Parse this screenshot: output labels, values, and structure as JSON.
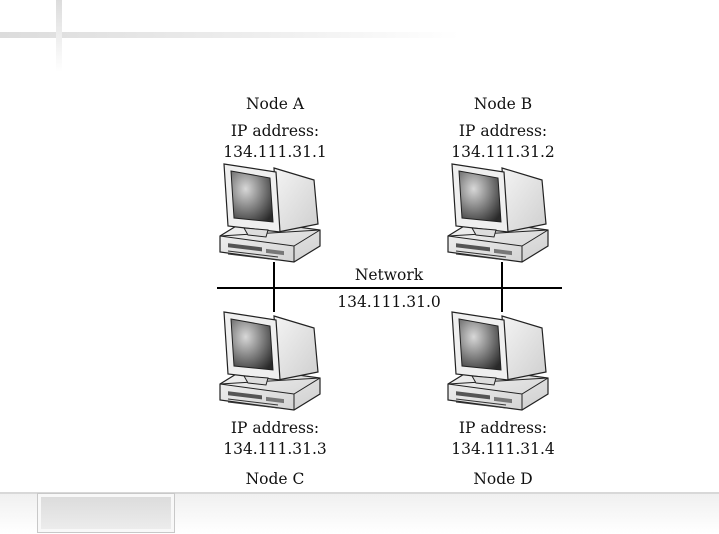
{
  "nodes": {
    "a": {
      "name": "Node A",
      "ip_label": "IP address:",
      "ip": "134.111.31.1"
    },
    "b": {
      "name": "Node B",
      "ip_label": "IP address:",
      "ip": "134.111.31.2"
    },
    "c": {
      "name": "Node C",
      "ip_label": "IP address:",
      "ip": "134.111.31.3"
    },
    "d": {
      "name": "Node D",
      "ip_label": "IP address:",
      "ip": "134.111.31.4"
    }
  },
  "network": {
    "label": "Network",
    "address": "134.111.31.0"
  },
  "colors": {
    "line": "#000000",
    "decor": "#e3e3e3"
  },
  "icons": {
    "computer": "desktop-computer-icon"
  }
}
